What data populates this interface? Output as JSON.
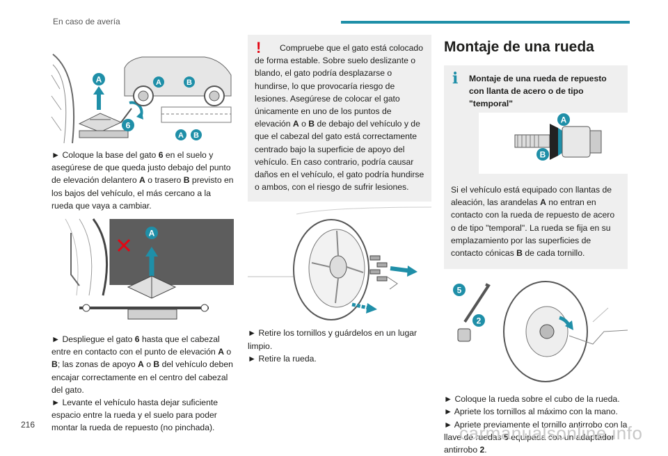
{
  "header": {
    "section": "En caso de avería"
  },
  "page_number": "216",
  "watermark": "carmanualsonline.info",
  "col1": {
    "fig1_labels": {
      "a": "A",
      "b": "B",
      "six": "6"
    },
    "para1": [
      "► Coloque la base del gato ",
      "6",
      " en el suelo y asegúrese de que queda justo debajo del punto de elevación delantero ",
      "A",
      " o trasero ",
      "B",
      " previsto en los bajos del vehículo, el más cercano a la rueda que vaya a cambiar."
    ],
    "fig2_labels": {
      "a": "A"
    },
    "para2": [
      "► Despliegue el gato ",
      "6",
      " hasta que el cabezal entre en contacto con el punto de elevación ",
      "A",
      " o ",
      "B",
      "; las zonas de apoyo ",
      "A",
      " o ",
      "B",
      " del vehículo deben encajar correctamente en el centro del cabezal del gato."
    ],
    "para3": "► Levante el vehículo hasta dejar suficiente espacio entre la rueda y el suelo para poder montar la rueda de repuesto (no pinchada)."
  },
  "col2": {
    "warning_mark": "!",
    "warning": [
      "Compruebe que el gato está colocado de forma estable. Sobre suelo deslizante o blando, el gato podría desplazarse o hundirse, lo que provocaría riesgo de lesiones. Asegúrese de colocar el gato únicamente en uno de los puntos de elevación ",
      "A",
      " o ",
      "B",
      " de debajo del vehículo y de que el cabezal del gato está correctamente centrado bajo la superficie de apoyo del vehículo. En caso contrario, podría causar daños en el vehículo, el gato podría hundirse o ambos, con el riesgo de sufrir lesiones."
    ],
    "step1": "► Retire los tornillos y guárdelos en un lugar limpio.",
    "step2": "► Retire la rueda."
  },
  "col3": {
    "title": "Montaje de una rueda",
    "info_mark": "i",
    "info_title": "Montaje de una rueda de repuesto con llanta de acero o de tipo \"temporal\"",
    "info_fig_labels": {
      "a": "A",
      "b": "B"
    },
    "info_text": [
      "Si el vehículo está equipado con llantas de aleación, las arandelas ",
      "A",
      " no entran en contacto con la rueda de repuesto de acero o de tipo \"temporal\". La rueda se fija en su emplazamiento por las superficies de contacto cónicas ",
      "B",
      " de cada tornillo."
    ],
    "fig_labels": {
      "five": "5",
      "two": "2"
    },
    "step1": "► Coloque la rueda sobre el cubo de la rueda.",
    "step2": "► Apriete los tornillos al máximo con la mano.",
    "step3": [
      "► Apriete previamente el tornillo antirrobo con la llave de ruedas ",
      "5",
      " equipada con un adaptador antirrobo ",
      "2",
      "."
    ]
  },
  "colors": {
    "accent": "#1f8fa8",
    "warning": "#e30613",
    "panel": "#efefef"
  }
}
